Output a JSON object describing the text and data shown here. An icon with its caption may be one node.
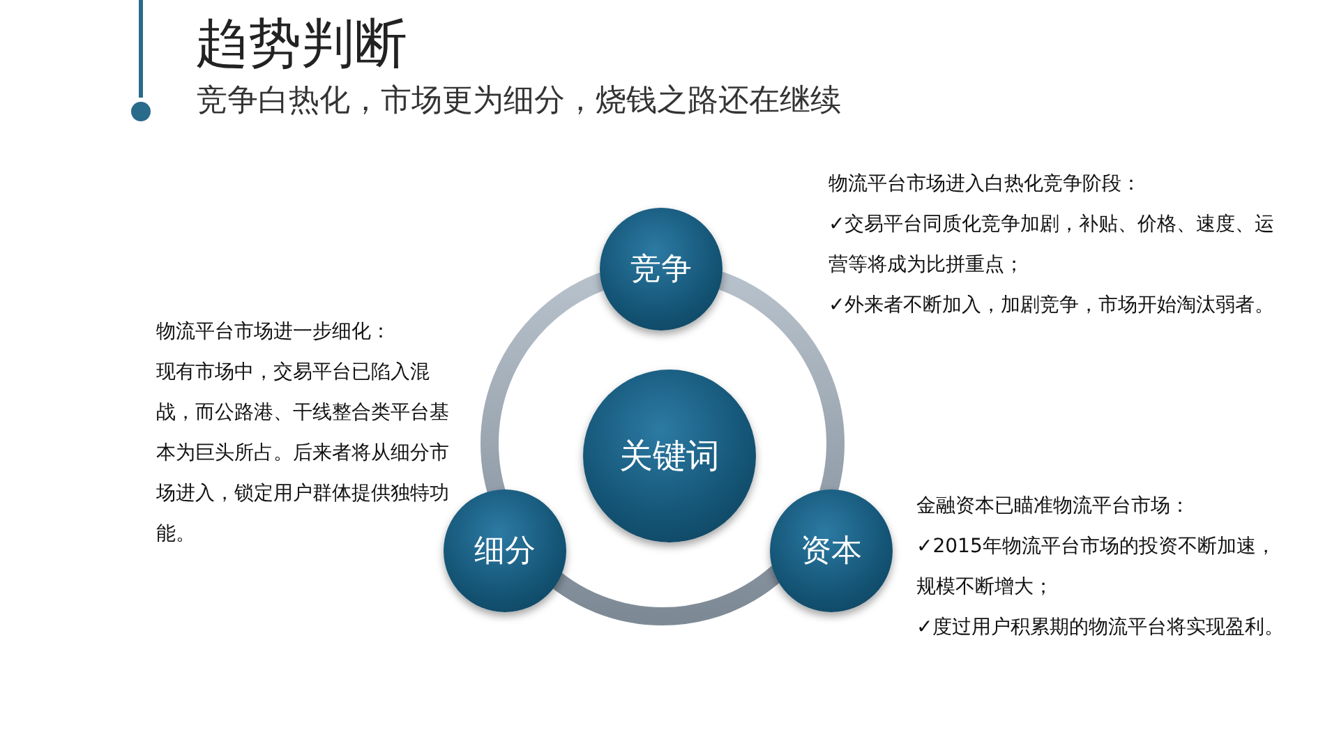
{
  "diagram": {
    "title": "趋势判断",
    "caption": "竞争白热化，市场更为细分，烧钱之路还在继续",
    "nodes": [
      {
        "text": [
          "关键词"
        ]
      },
      {
        "text": [
          "竞争"
        ],
        "beside": [
          "物流平台市场进入白热化竞争阶段：",
          "✓交易平台同质化竞争加剧，补贴、价格、速度、运营等将成为比拼重点；",
          "✓外来者不断加入，加剧竞争，市场开始淘汰弱者。"
        ]
      },
      {
        "text": [
          "细分"
        ],
        "beside": [
          "物流平台市场进一步细化：",
          "现有市场中，交易平台已陷入混战，而公路港、干线整合类平台基本为巨头所占。后来者将从细分市场进入，锁定用户群体提供独特功能。"
        ]
      },
      {
        "text": [
          "资本"
        ],
        "beside": [
          "金融资本已瞄准物流平台市场：",
          "✓2015年物流平台市场的投资不断加速，规模不断增大；",
          "✓度过用户积累期的物流平台将实现盈利。"
        ]
      }
    ],
    "edges": []
  }
}
